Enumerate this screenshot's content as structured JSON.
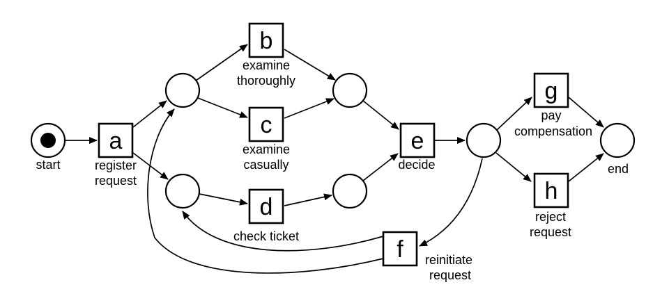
{
  "figure": {
    "kind": "petri-net",
    "background_color": "#ffffff",
    "ink_color": "#000000"
  },
  "net": {
    "places": [
      {
        "id": "start",
        "label": "start",
        "tokens": 1
      },
      {
        "id": "p1",
        "label": "",
        "tokens": 0
      },
      {
        "id": "p2",
        "label": "",
        "tokens": 0
      },
      {
        "id": "p3",
        "label": "",
        "tokens": 0
      },
      {
        "id": "p4",
        "label": "",
        "tokens": 0
      },
      {
        "id": "p5",
        "label": "",
        "tokens": 0
      },
      {
        "id": "end",
        "label": "end",
        "tokens": 0
      }
    ],
    "transitions": [
      {
        "id": "a",
        "caption": [
          "register",
          "request"
        ]
      },
      {
        "id": "b",
        "caption": [
          "examine",
          "thoroughly"
        ]
      },
      {
        "id": "c",
        "caption": [
          "examine",
          "casually"
        ]
      },
      {
        "id": "d",
        "caption": [
          "check ticket"
        ]
      },
      {
        "id": "e",
        "caption": [
          "decide"
        ]
      },
      {
        "id": "f",
        "caption": [
          "reinitiate",
          "request"
        ]
      },
      {
        "id": "g",
        "caption": [
          "pay",
          "compensation"
        ]
      },
      {
        "id": "h",
        "caption": [
          "reject",
          "request"
        ]
      }
    ],
    "arcs": [
      {
        "from": "start",
        "to": "a"
      },
      {
        "from": "a",
        "to": "p1"
      },
      {
        "from": "a",
        "to": "p2"
      },
      {
        "from": "p1",
        "to": "b"
      },
      {
        "from": "p1",
        "to": "c"
      },
      {
        "from": "b",
        "to": "p3"
      },
      {
        "from": "c",
        "to": "p3"
      },
      {
        "from": "p2",
        "to": "d"
      },
      {
        "from": "d",
        "to": "p4"
      },
      {
        "from": "p3",
        "to": "e"
      },
      {
        "from": "p4",
        "to": "e"
      },
      {
        "from": "e",
        "to": "p5"
      },
      {
        "from": "p5",
        "to": "g"
      },
      {
        "from": "p5",
        "to": "h"
      },
      {
        "from": "p5",
        "to": "f"
      },
      {
        "from": "f",
        "to": "p1"
      },
      {
        "from": "f",
        "to": "p2"
      },
      {
        "from": "g",
        "to": "end"
      },
      {
        "from": "h",
        "to": "end"
      }
    ]
  }
}
